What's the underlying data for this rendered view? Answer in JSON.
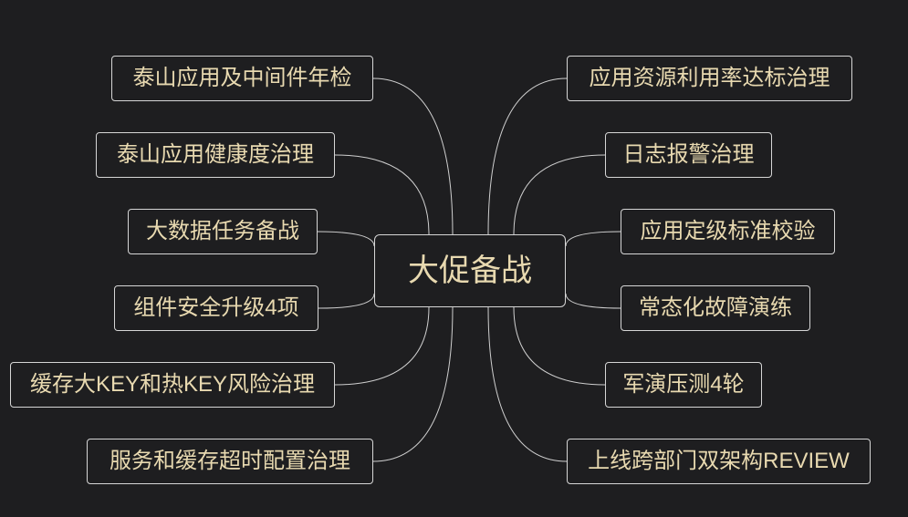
{
  "center": {
    "label": "大促备战"
  },
  "left_topics": [
    {
      "id": "l1",
      "label": "泰山应用及中间件年检"
    },
    {
      "id": "l2",
      "label": "泰山应用健康度治理"
    },
    {
      "id": "l3",
      "label": "大数据任务备战"
    },
    {
      "id": "l4",
      "label": "组件安全升级4项"
    },
    {
      "id": "l5",
      "label": "缓存大KEY和热KEY风险治理"
    },
    {
      "id": "l6",
      "label": "服务和缓存超时配置治理"
    }
  ],
  "right_topics": [
    {
      "id": "r1",
      "label": "应用资源利用率达标治理"
    },
    {
      "id": "r2",
      "label": "日志报警治理"
    },
    {
      "id": "r3",
      "label": "应用定级标准校验"
    },
    {
      "id": "r4",
      "label": "常态化故障演练"
    },
    {
      "id": "r5",
      "label": "军演压测4轮"
    },
    {
      "id": "r6",
      "label": "上线跨部门双架构REVIEW"
    }
  ],
  "colors": {
    "background": "#1e1e20",
    "text": "#e8d9b0",
    "border": "#d6d6d6",
    "link": "#cfcfcf"
  }
}
